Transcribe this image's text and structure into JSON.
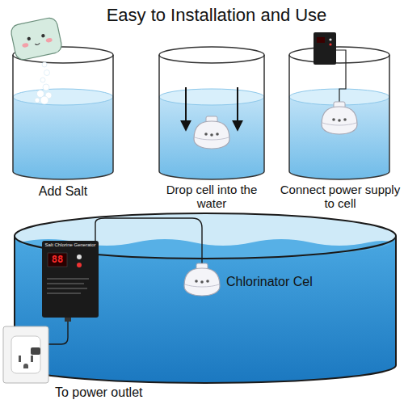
{
  "diagram": {
    "title": "Easy to Installation and Use",
    "labels": [
      "Add Salt",
      "Drop cell into the water",
      "Connect power supply to cell",
      "Salt Chlorine Generator",
      "88",
      "Chlorinator Cel",
      "To power outlet"
    ]
  }
}
